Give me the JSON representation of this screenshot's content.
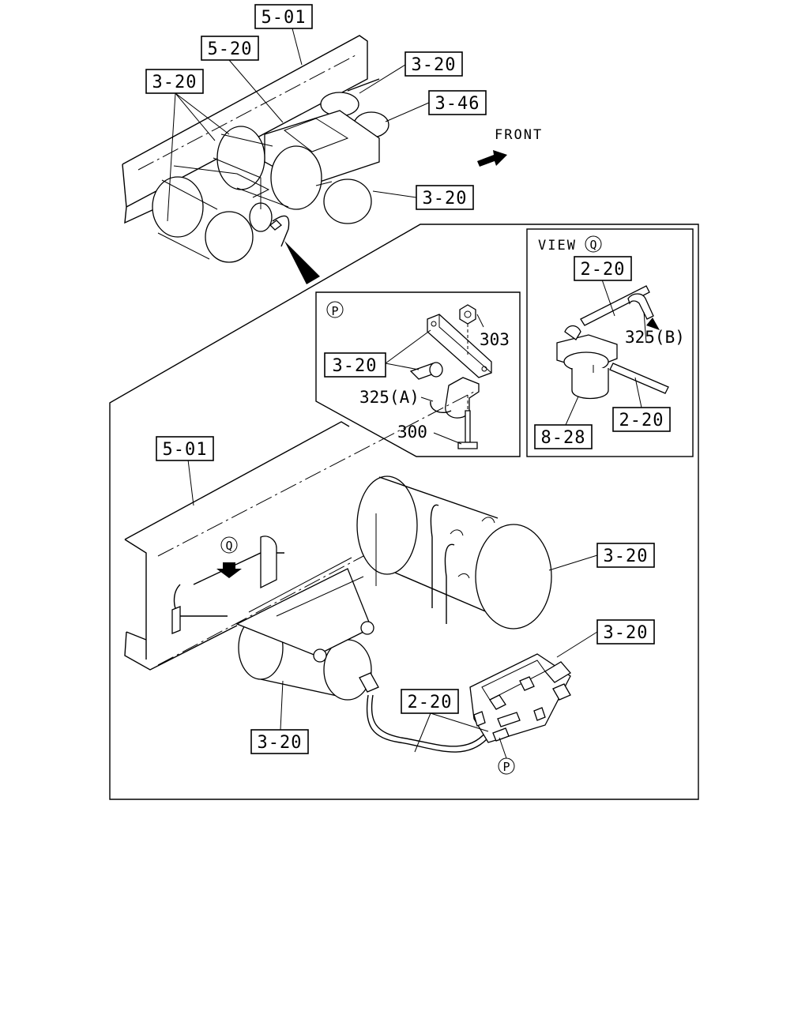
{
  "refs": {
    "top_frame": "5-01",
    "top_tank_assy": "5-20",
    "top_left_tanks": "3-20",
    "top_right_tank": "3-20",
    "top_valve": "3-46",
    "top_lower_tank": "3-20",
    "detail_p_bracket": "3-20",
    "view_q_pipe_top": "2-20",
    "view_q_pipe_bottom": "2-20",
    "view_q_filter": "8-28",
    "main_frame": "5-01",
    "main_big_tank": "3-20",
    "main_valve_block": "3-20",
    "main_pipe": "2-20",
    "main_small_tank": "3-20"
  },
  "numbers": {
    "nut": "303",
    "clip_a": "325(A)",
    "bolt": "300",
    "clip_b": "325(B)"
  },
  "markers": {
    "p": "P",
    "q": "Q"
  },
  "text": {
    "front": "FRONT",
    "view_prefix": "VIEW"
  }
}
